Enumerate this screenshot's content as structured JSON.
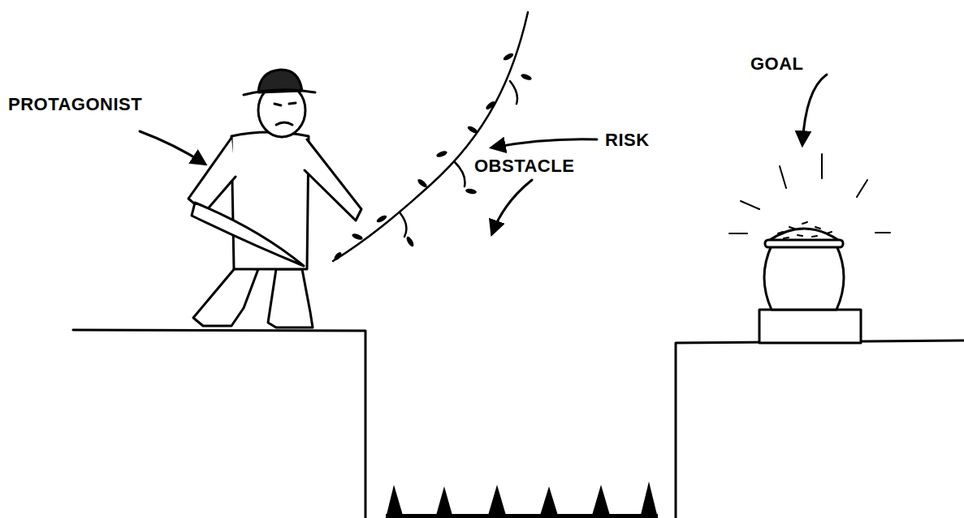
{
  "diagram": {
    "labels": [
      "PROTAGONIST",
      "RISK",
      "GOAL",
      "OBSTACLE"
    ]
  }
}
